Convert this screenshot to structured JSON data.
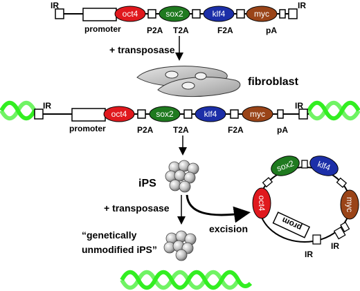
{
  "construct": {
    "ir_left": "IR",
    "ir_right": "IR",
    "promoter": "promoter",
    "genes": {
      "oct4": "oct4",
      "sox2": "sox2",
      "klf4": "klf4",
      "myc": "myc"
    },
    "linkers": {
      "p2a": "P2A",
      "t2a": "T2A",
      "f2a": "F2A"
    },
    "pa": "pA"
  },
  "steps": {
    "transposase_1": "+ transposase",
    "fibroblast": "fibroblast",
    "ips": "iPS",
    "transposase_2": "+ transposase",
    "unmodified_line1": "“genetically",
    "unmodified_line2": "unmodified iPS”",
    "excision": "excision"
  },
  "excised": {
    "prom": "prom",
    "ir_a": "IR",
    "ir_b": "IR"
  },
  "colors": {
    "oct4": "#e0191e",
    "sox2": "#1f7a1f",
    "klf4": "#1c2fa8",
    "myc": "#9a4418",
    "dna": "#33ee22",
    "cell": "#c8c8c8"
  }
}
